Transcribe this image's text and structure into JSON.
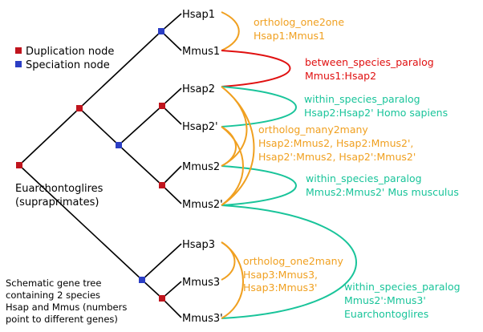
{
  "colors": {
    "duplication": "#c0141d",
    "speciation": "#2b3ec4",
    "ortholog": "#f0a020",
    "between": "#e01010",
    "within": "#19c49a"
  },
  "legend": {
    "duplication_label": "Duplication node",
    "speciation_label": "Speciation node"
  },
  "leaves": {
    "hsap1": "Hsap1",
    "mmus1": "Mmus1",
    "hsap2": "Hsap2",
    "hsap2p": "Hsap2'",
    "mmus2": "Mmus2",
    "mmus2p": "Mmus2'",
    "hsap3": "Hsap3",
    "mmus3": "Mmus3",
    "mmus3p": "Mmus3'"
  },
  "root_label": {
    "line1": "Euarchontoglires",
    "line2": "(supraprimates)"
  },
  "note_lines": [
    "Schematic gene tree",
    "containing 2 species",
    "Hsap and Mmus (numbers",
    "point to different genes)"
  ],
  "annotations": {
    "ortholog_one2one": {
      "title": "ortholog_one2one",
      "line1": "Hsap1:Mmus1"
    },
    "between_species": {
      "title": "between_species_paralog",
      "line1": "Mmus1:Hsap2"
    },
    "within_hsap": {
      "title": "within_species_paralog",
      "line1": "Hsap2:Hsap2' Homo sapiens"
    },
    "ortholog_many2many": {
      "title": "ortholog_many2many",
      "line1": "Hsap2:Mmus2, Hsap2:Mmus2',",
      "line2": "Hsap2':Mmus2, Hsap2':Mmus2'"
    },
    "within_mmus": {
      "title": "within_species_paralog",
      "line1": "Mmus2:Mmus2' Mus musculus"
    },
    "ortholog_one2many": {
      "title": "ortholog_one2many",
      "line1": "Hsap3:Mmus3,",
      "line2": "Hsap3:Mmus3'"
    },
    "within_euarch": {
      "title": "within_species_paralog",
      "line1": "Mmus2':Mmus3'",
      "line2": "Euarchontoglires"
    }
  }
}
